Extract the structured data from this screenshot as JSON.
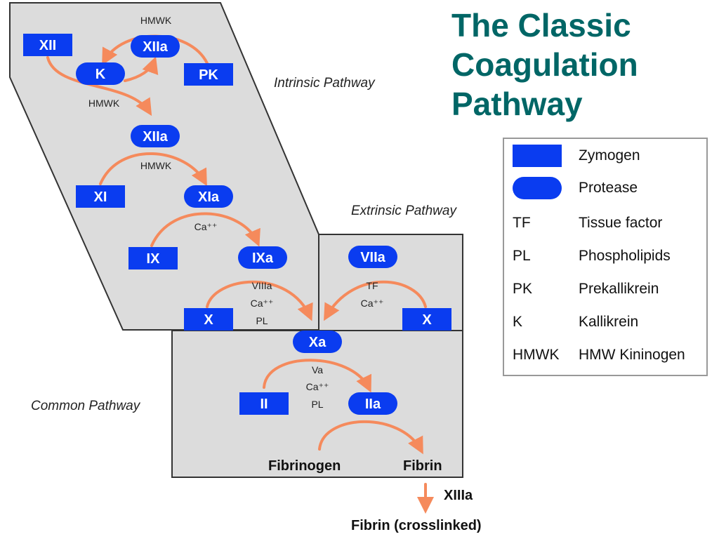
{
  "title": {
    "line1": "The Classic",
    "line2": "Coagulation",
    "line3": "Pathway"
  },
  "colors": {
    "node_fill": "#0a3cf0",
    "arrow": "#f58a5c",
    "panel_fill": "#dcdcdc",
    "panel_stroke": "#333333",
    "title": "#006666"
  },
  "pathways": {
    "intrinsic": "Intrinsic Pathway",
    "extrinsic": "Extrinsic Pathway",
    "common": "Common Pathway"
  },
  "nodes": {
    "XII": "XII",
    "XIIa_top": "XIIa",
    "K": "K",
    "PK": "PK",
    "XIIa_mid": "XIIa",
    "XI": "XI",
    "XIa": "XIa",
    "IX": "IX",
    "IXa": "IXa",
    "X_left": "X",
    "VIIa": "VIIa",
    "X_right": "X",
    "Xa": "Xa",
    "II": "II",
    "IIa": "IIa"
  },
  "cofactors": {
    "hmwk_top": "HMWK",
    "hmwk_left": "HMWK",
    "hmwk_xi": "HMWK",
    "ca_ix": "Ca⁺⁺",
    "viiia": "VIIIa",
    "ca_x": "Ca⁺⁺",
    "pl_x": "PL",
    "tf": "TF",
    "ca_tf": "Ca⁺⁺",
    "va": "Va",
    "ca_ii": "Ca⁺⁺",
    "pl_ii": "PL",
    "xiiia": "XIIIa"
  },
  "products": {
    "fibrinogen": "Fibrinogen",
    "fibrin": "Fibrin",
    "fibrin_crosslinked": "Fibrin (crosslinked)"
  },
  "legend": [
    {
      "key_type": "zymogen",
      "key": "",
      "label": "Zymogen"
    },
    {
      "key_type": "protease",
      "key": "",
      "label": "Protease"
    },
    {
      "key_type": "text",
      "key": "TF",
      "label": "Tissue factor"
    },
    {
      "key_type": "text",
      "key": "PL",
      "label": "Phospholipids"
    },
    {
      "key_type": "text",
      "key": "PK",
      "label": "Prekallikrein"
    },
    {
      "key_type": "text",
      "key": "K",
      "label": "Kallikrein"
    },
    {
      "key_type": "text",
      "key": "HMWK",
      "label": "HMW Kininogen"
    }
  ]
}
